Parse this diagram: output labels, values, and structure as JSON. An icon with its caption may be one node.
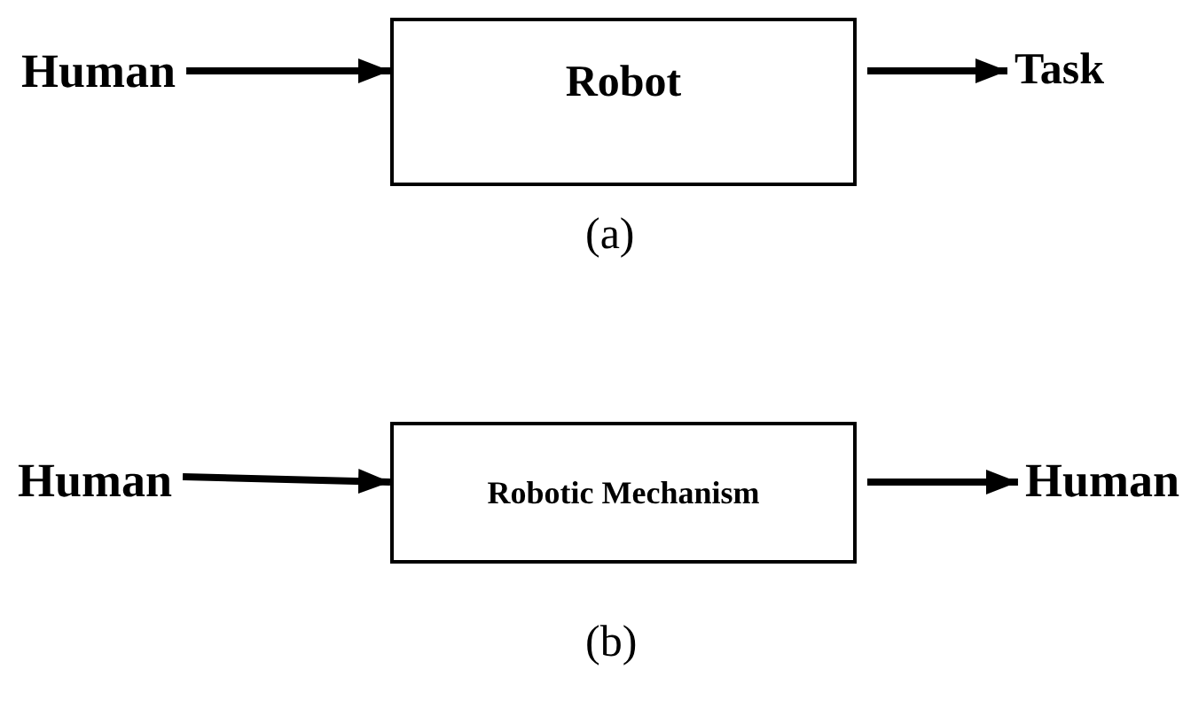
{
  "diagram": {
    "nodes": [
      {
        "text": [
          "Human"
        ]
      },
      {
        "text": [
          "Robot"
        ]
      },
      {
        "text": [
          "Task"
        ]
      },
      {
        "text": [
          "Human"
        ]
      },
      {
        "text": [
          "Robotic Mechanism"
        ]
      },
      {
        "text": [
          "Human"
        ]
      }
    ],
    "edges": [
      {
        "from": 0,
        "to": 1,
        "arrow": "to"
      },
      {
        "from": 1,
        "to": 2,
        "arrow": "to"
      },
      {
        "from": 3,
        "to": 4,
        "arrow": "to"
      },
      {
        "from": 4,
        "to": 5,
        "arrow": "to"
      }
    ],
    "labels": [
      "(a)",
      "(b)"
    ]
  }
}
